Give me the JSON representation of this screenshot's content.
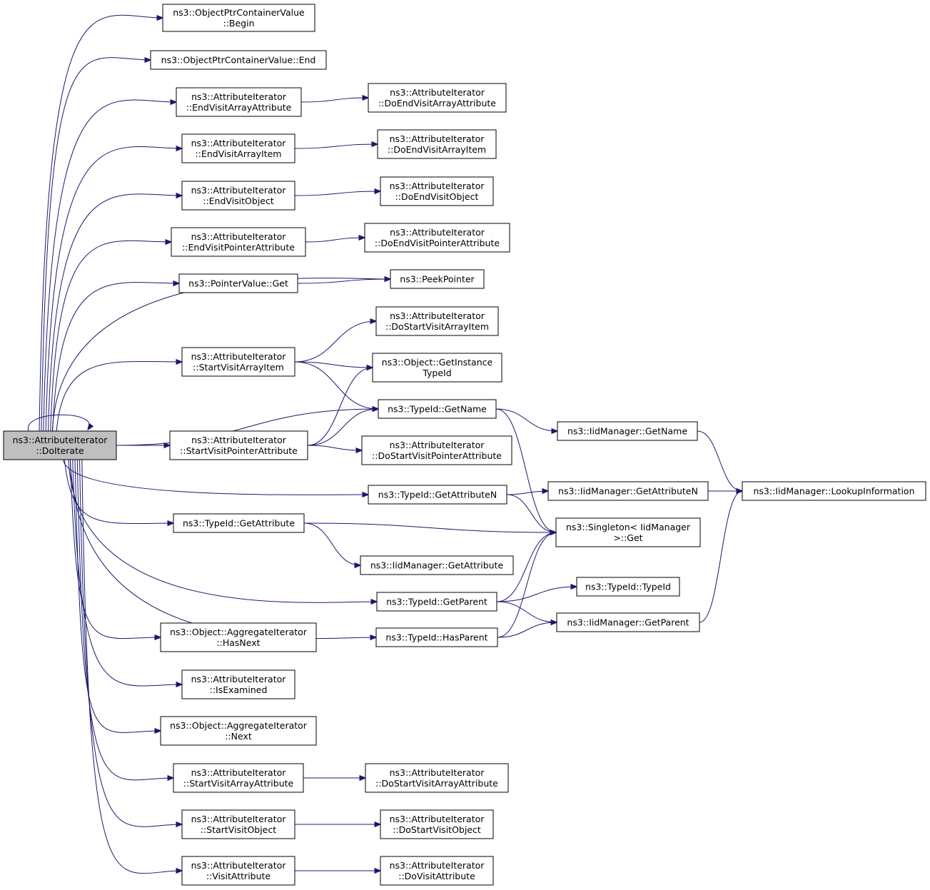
{
  "colors": {
    "edge": "#191970",
    "root_fill": "#bfbfbf",
    "node_fill": "#ffffff",
    "node_border": "#000000"
  },
  "nodes": {
    "doiterate": [
      "ns3::AttributeIterator",
      "::DoIterate"
    ],
    "begin": [
      "ns3::ObjectPtrContainerValue",
      "::Begin"
    ],
    "end": [
      "ns3::ObjectPtrContainerValue::End"
    ],
    "evaa": [
      "ns3::AttributeIterator",
      "::EndVisitArrayAttribute"
    ],
    "devaa": [
      "ns3::AttributeIterator",
      "::DoEndVisitArrayAttribute"
    ],
    "evai": [
      "ns3::AttributeIterator",
      "::EndVisitArrayItem"
    ],
    "devai": [
      "ns3::AttributeIterator",
      "::DoEndVisitArrayItem"
    ],
    "evo": [
      "ns3::AttributeIterator",
      "::EndVisitObject"
    ],
    "devo": [
      "ns3::AttributeIterator",
      "::DoEndVisitObject"
    ],
    "evpa": [
      "ns3::AttributeIterator",
      "::EndVisitPointerAttribute"
    ],
    "devpa": [
      "ns3::AttributeIterator",
      "::DoEndVisitPointerAttribute"
    ],
    "pvget": [
      "ns3::PointerValue::Get"
    ],
    "peek": [
      "ns3::PeekPointer"
    ],
    "dsvai": [
      "ns3::AttributeIterator",
      "::DoStartVisitArrayItem"
    ],
    "svai": [
      "ns3::AttributeIterator",
      "::StartVisitArrayItem"
    ],
    "gitid": [
      "ns3::Object::GetInstance",
      "TypeId"
    ],
    "getname": [
      "ns3::TypeId::GetName"
    ],
    "iidgetname": [
      "ns3::IidManager::GetName"
    ],
    "svpa": [
      "ns3::AttributeIterator",
      "::StartVisitPointerAttribute"
    ],
    "dsvpa": [
      "ns3::AttributeIterator",
      "::DoStartVisitPointerAttribute"
    ],
    "getattrn": [
      "ns3::TypeId::GetAttributeN"
    ],
    "iidgetattrn": [
      "ns3::IidManager::GetAttributeN"
    ],
    "lookup": [
      "ns3::IidManager::LookupInformation"
    ],
    "getattr": [
      "ns3::TypeId::GetAttribute"
    ],
    "singleton": [
      "ns3::Singleton< IidManager",
      ">::Get"
    ],
    "iidgetattr": [
      "ns3::IidManager::GetAttribute"
    ],
    "getparent": [
      "ns3::TypeId::GetParent"
    ],
    "typeid": [
      "ns3::TypeId::TypeId"
    ],
    "hasparent": [
      "ns3::TypeId::HasParent"
    ],
    "iidgetparent": [
      "ns3::IidManager::GetParent"
    ],
    "hasnext": [
      "ns3::Object::AggregateIterator",
      "::HasNext"
    ],
    "isexamined": [
      "ns3::AttributeIterator",
      "::IsExamined"
    ],
    "next": [
      "ns3::Object::AggregateIterator",
      "::Next"
    ],
    "svaa": [
      "ns3::AttributeIterator",
      "::StartVisitArrayAttribute"
    ],
    "dsvaa": [
      "ns3::AttributeIterator",
      "::DoStartVisitArrayAttribute"
    ],
    "svo": [
      "ns3::AttributeIterator",
      "::StartVisitObject"
    ],
    "dsvo": [
      "ns3::AttributeIterator",
      "::DoStartVisitObject"
    ],
    "va": [
      "ns3::AttributeIterator",
      "::VisitAttribute"
    ],
    "dva": [
      "ns3::AttributeIterator",
      "::DoVisitAttribute"
    ]
  },
  "edges": [
    [
      "doiterate",
      "doiterate"
    ],
    [
      "doiterate",
      "begin"
    ],
    [
      "doiterate",
      "end"
    ],
    [
      "doiterate",
      "evaa"
    ],
    [
      "doiterate",
      "evai"
    ],
    [
      "doiterate",
      "evo"
    ],
    [
      "doiterate",
      "evpa"
    ],
    [
      "doiterate",
      "pvget"
    ],
    [
      "doiterate",
      "peek"
    ],
    [
      "doiterate",
      "svai"
    ],
    [
      "doiterate",
      "getname"
    ],
    [
      "doiterate",
      "svpa"
    ],
    [
      "doiterate",
      "getattrn"
    ],
    [
      "doiterate",
      "getattr"
    ],
    [
      "doiterate",
      "getparent"
    ],
    [
      "doiterate",
      "hasparent"
    ],
    [
      "doiterate",
      "hasnext"
    ],
    [
      "doiterate",
      "isexamined"
    ],
    [
      "doiterate",
      "next"
    ],
    [
      "doiterate",
      "svaa"
    ],
    [
      "doiterate",
      "svo"
    ],
    [
      "doiterate",
      "va"
    ],
    [
      "evaa",
      "devaa"
    ],
    [
      "evai",
      "devai"
    ],
    [
      "evo",
      "devo"
    ],
    [
      "evpa",
      "devpa"
    ],
    [
      "pvget",
      "peek"
    ],
    [
      "svai",
      "dsvai"
    ],
    [
      "svai",
      "gitid"
    ],
    [
      "svai",
      "getname"
    ],
    [
      "svpa",
      "gitid"
    ],
    [
      "svpa",
      "getname"
    ],
    [
      "svpa",
      "dsvpa"
    ],
    [
      "getname",
      "iidgetname"
    ],
    [
      "getname",
      "singleton"
    ],
    [
      "iidgetname",
      "lookup"
    ],
    [
      "getattrn",
      "iidgetattrn"
    ],
    [
      "getattrn",
      "singleton"
    ],
    [
      "iidgetattrn",
      "lookup"
    ],
    [
      "getattr",
      "singleton"
    ],
    [
      "getattr",
      "iidgetattr"
    ],
    [
      "getparent",
      "singleton"
    ],
    [
      "getparent",
      "typeid"
    ],
    [
      "getparent",
      "iidgetparent"
    ],
    [
      "hasparent",
      "singleton"
    ],
    [
      "hasparent",
      "iidgetparent"
    ],
    [
      "iidgetparent",
      "lookup"
    ],
    [
      "svaa",
      "dsvaa"
    ],
    [
      "svo",
      "dsvo"
    ],
    [
      "va",
      "dva"
    ]
  ]
}
